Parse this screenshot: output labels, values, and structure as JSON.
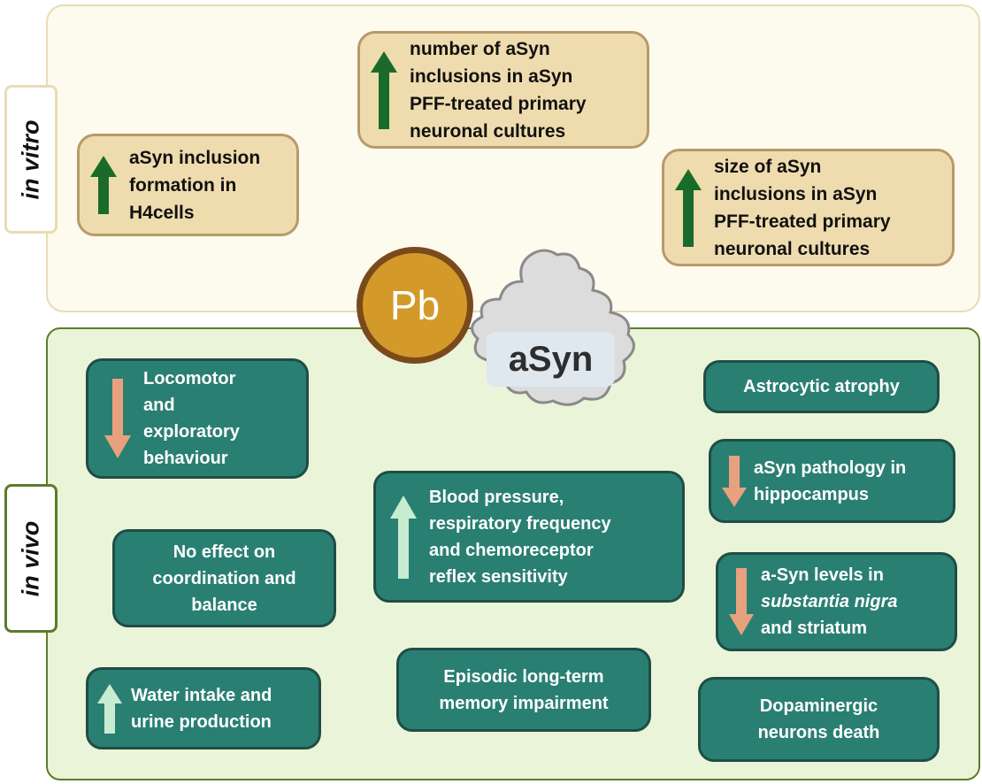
{
  "labels": {
    "in_vitro": "in vitro",
    "in_vivo": "in vivo"
  },
  "center": {
    "pb": "Pb",
    "asyn": "aSyn"
  },
  "colors": {
    "increase_vitro": "#1a6b2a",
    "increase_vivo": "#c8ecd0",
    "decrease": "#e8a17e",
    "teal": "#2a7f73",
    "tan": "#efdcae"
  },
  "in_vitro": [
    {
      "direction": "up",
      "lines": [
        "aSyn inclusion",
        "formation in",
        "H4cells"
      ]
    },
    {
      "direction": "up",
      "lines": [
        "number of aSyn",
        "inclusions in aSyn",
        "PFF-treated primary",
        "neuronal cultures"
      ]
    },
    {
      "direction": "up",
      "lines": [
        "size of aSyn",
        "inclusions in aSyn",
        "PFF-treated primary",
        "neuronal cultures"
      ]
    }
  ],
  "in_vivo": {
    "locomotor": {
      "direction": "down",
      "lines": [
        "Locomotor",
        "and",
        "exploratory",
        "behaviour"
      ]
    },
    "coordination": {
      "lines": [
        "No effect on",
        "coordination and",
        "balance"
      ]
    },
    "water": {
      "direction": "up",
      "lines": [
        "Water intake and",
        "urine production"
      ]
    },
    "blood": {
      "direction": "up",
      "lines": [
        "Blood pressure,",
        "respiratory frequency",
        "and chemoreceptor",
        "reflex sensitivity"
      ]
    },
    "memory": {
      "lines": [
        "Episodic long-term",
        "memory impairment"
      ]
    },
    "astro": {
      "lines": [
        "Astrocytic atrophy"
      ]
    },
    "pathology": {
      "direction": "down",
      "lines": [
        "aSyn pathology in",
        "hippocampus"
      ]
    },
    "levels": {
      "direction": "down",
      "line1": "a-Syn levels in",
      "italic": "substantia nigra",
      "line3": "and striatum"
    },
    "dopa": {
      "lines": [
        "Dopaminergic",
        "neurons death"
      ]
    }
  }
}
